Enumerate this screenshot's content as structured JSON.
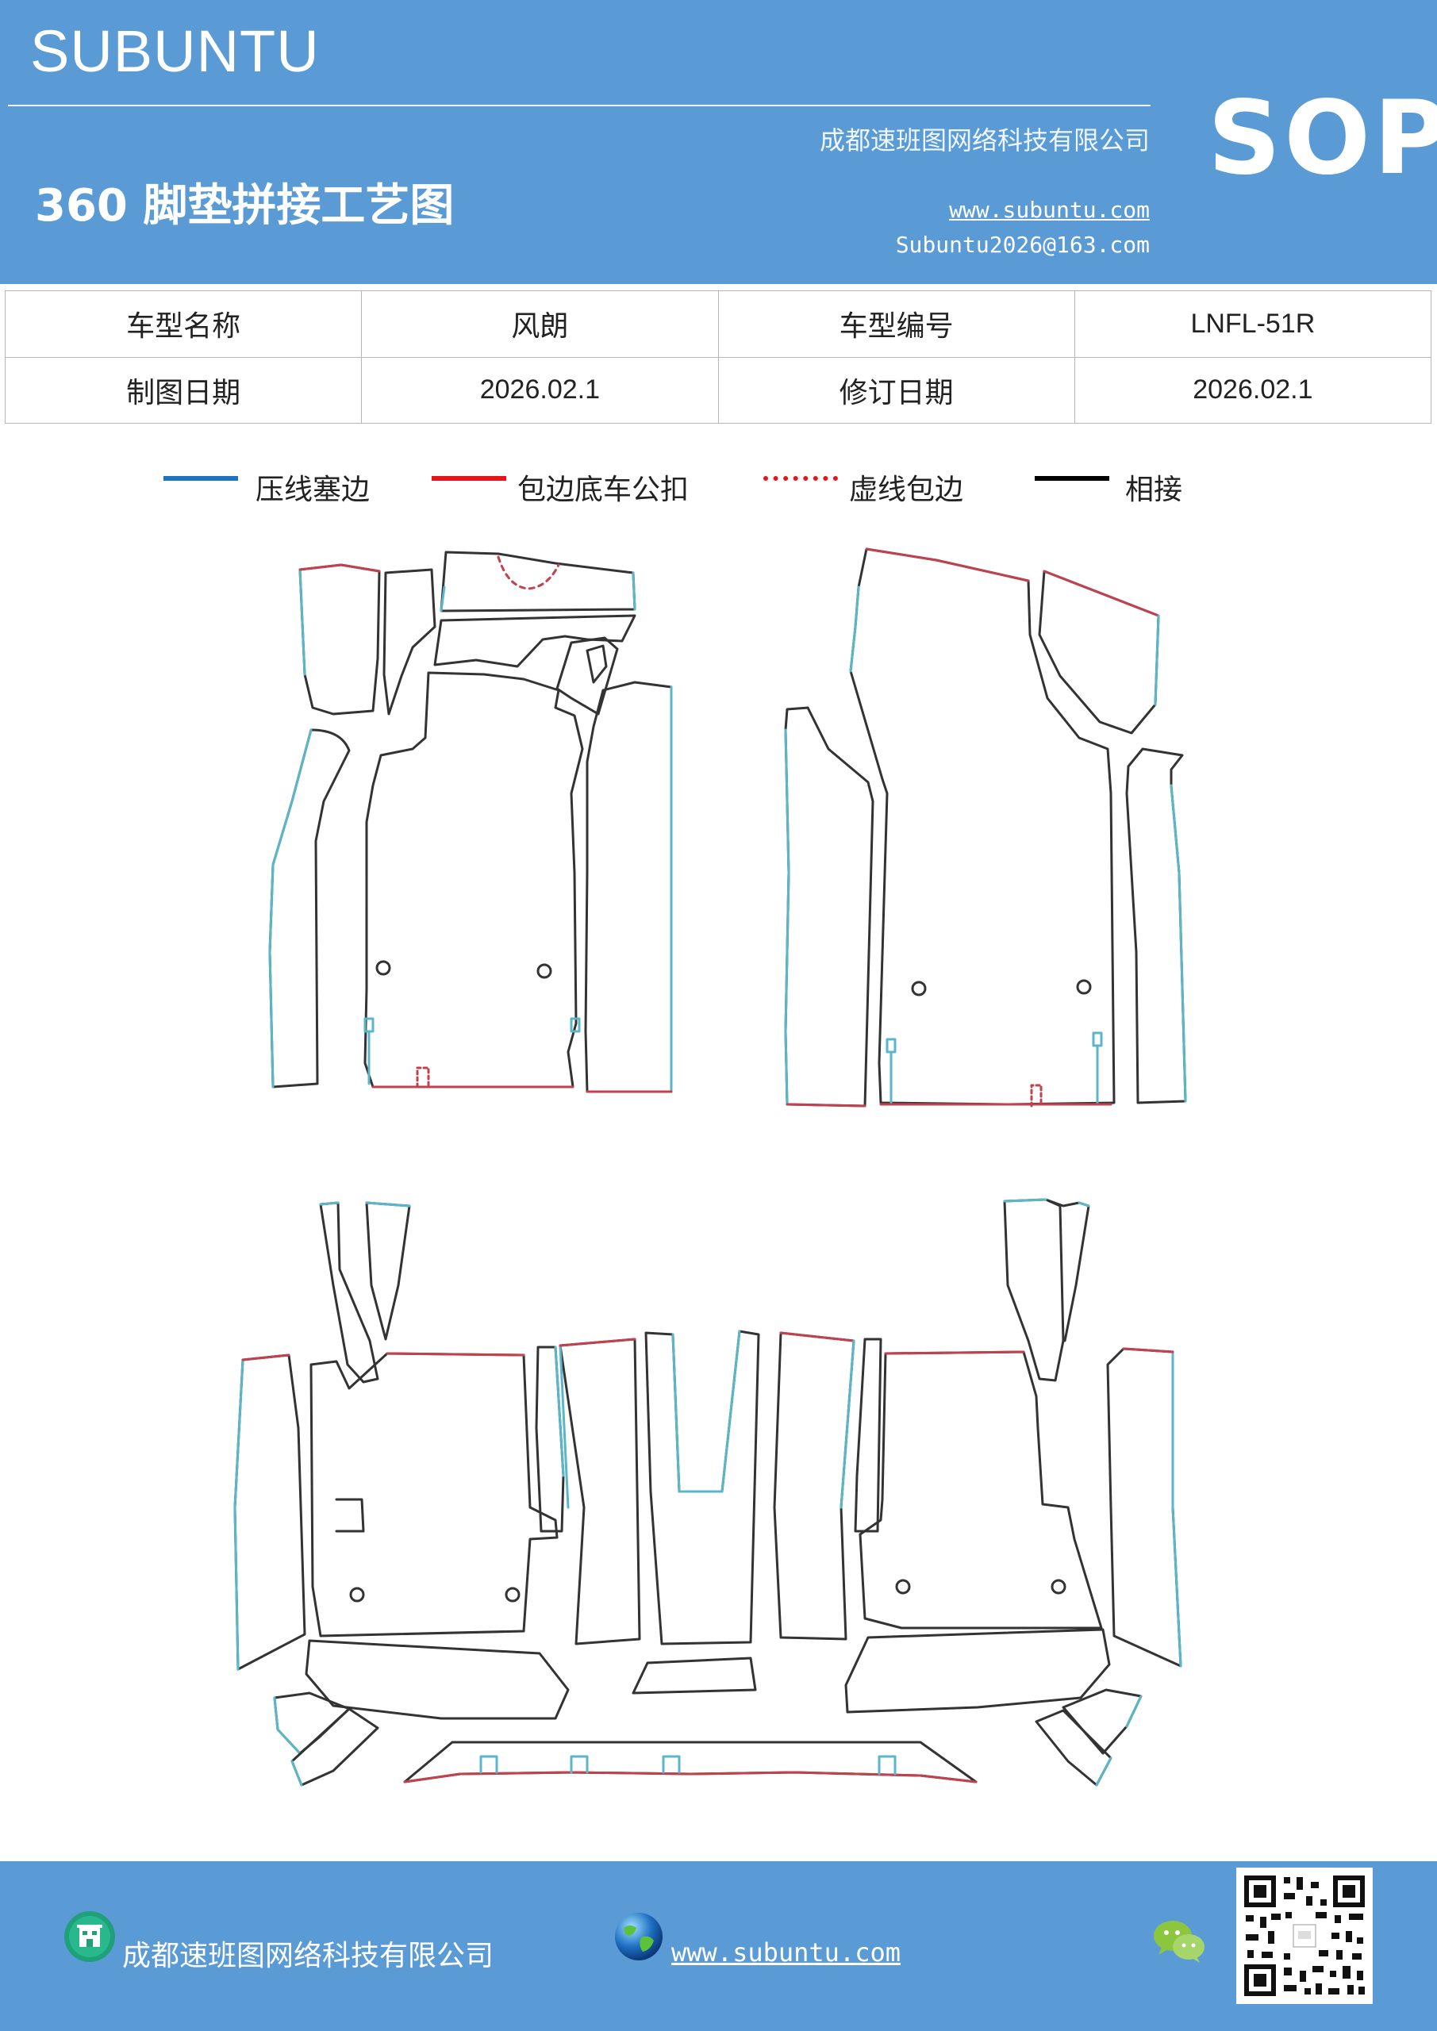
{
  "header": {
    "brand": "SUBUNTU",
    "company": "成都速班图网络科技有限公司",
    "title": "360 脚垫拼接工艺图",
    "website": "www.subuntu.com",
    "email": "Subuntu2026@163.com",
    "badge": "SOP"
  },
  "info": {
    "model_name_label": "车型名称",
    "model_name": "风朗",
    "model_code_label": "车型编号",
    "model_code": "LNFL-51R",
    "draw_date_label": "制图日期",
    "draw_date": "2026.02.1",
    "revision_date_label": "修订日期",
    "revision_date": "2026.02.1"
  },
  "legend": {
    "items": [
      {
        "label": "压线塞边",
        "color": "#1f73c0",
        "style": "solid"
      },
      {
        "label": "包边底车公扣",
        "color": "#e8141b",
        "style": "solid"
      },
      {
        "label": "虚线包边",
        "color": "#e8141b",
        "style": "dotted"
      },
      {
        "label": "相接",
        "color": "#000000",
        "style": "solid"
      }
    ]
  },
  "colors": {
    "accent": "#5b9bd5",
    "outline": "#333333",
    "edge_blue": "#5bb6c8",
    "edge_red": "#c0424e"
  },
  "footer": {
    "company": "成都速班图网络科技有限公司",
    "website": "www.subuntu.com",
    "icons": [
      "building-icon",
      "globe-icon",
      "wechat-icon",
      "qr-code-icon"
    ]
  }
}
